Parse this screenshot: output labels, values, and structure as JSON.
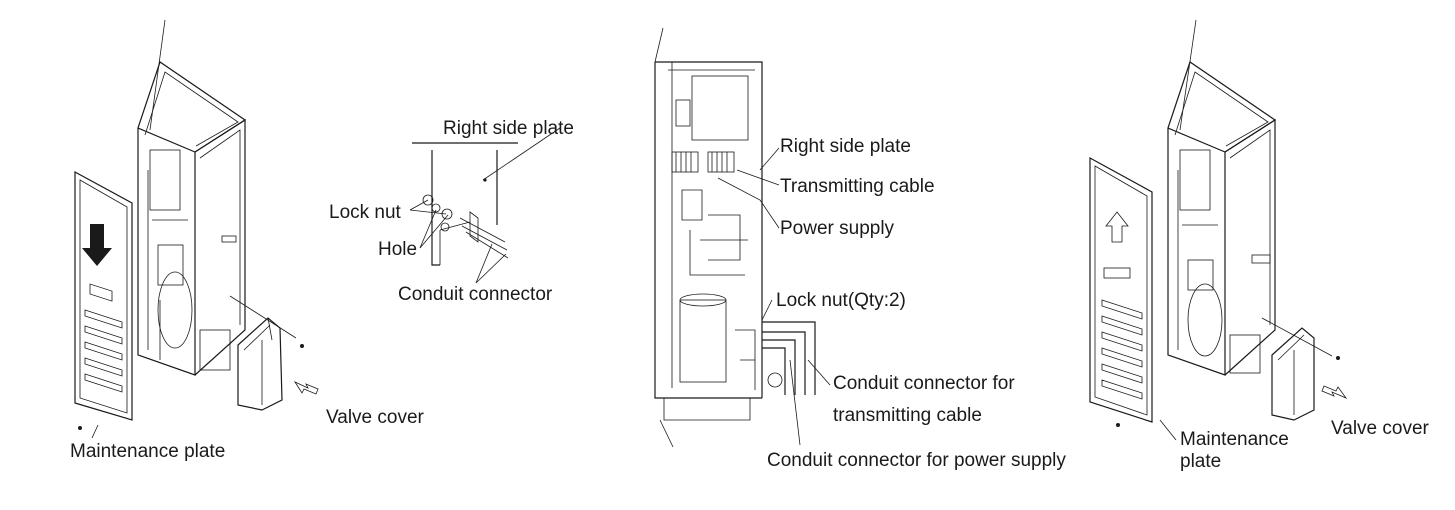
{
  "labels": {
    "fig1_maintenance_plate": "Maintenance plate",
    "fig1_valve_cover": "Valve cover",
    "fig2_right_side_plate": "Right side plate",
    "fig2_lock_nut": "Lock nut",
    "fig2_hole": "Hole",
    "fig2_conduit_connector": "Conduit connector",
    "fig3_right_side_plate": "Right side plate",
    "fig3_transmitting_cable": "Transmitting cable",
    "fig3_power_supply": "Power supply",
    "fig3_lock_nut": "Lock nut(Qty:2)",
    "fig3_conduit_transmitting_line1": "Conduit connector for",
    "fig3_conduit_transmitting_line2": "transmitting cable",
    "fig3_conduit_power": "Conduit connector for power supply",
    "fig4_maintenance_line1": "Maintenance",
    "fig4_maintenance_line2": "plate",
    "fig4_valve_cover": "Valve cover"
  },
  "colors": {
    "line": "#1a1a1a",
    "background": "#ffffff"
  }
}
